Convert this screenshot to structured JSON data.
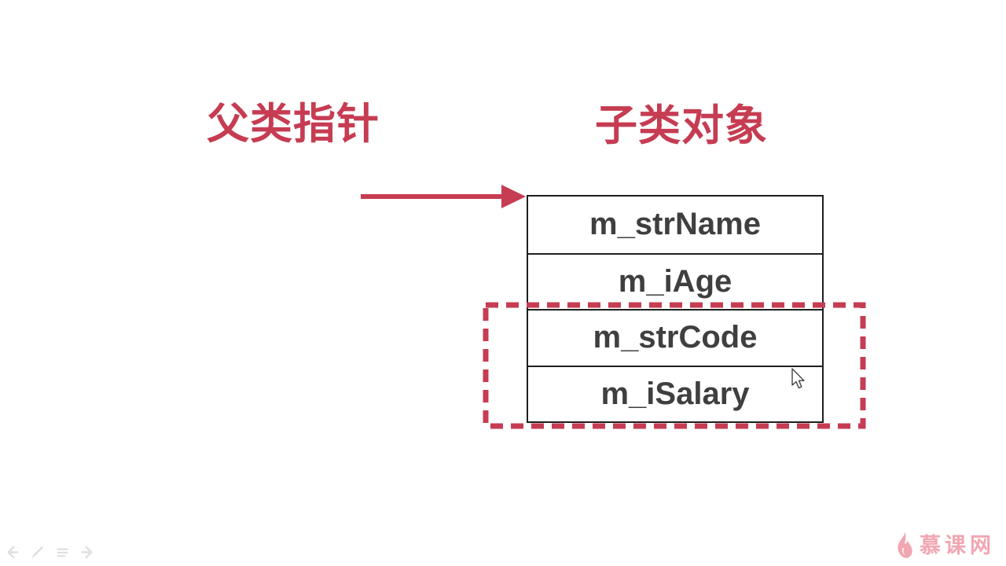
{
  "labels": {
    "parent_pointer": "父类指针",
    "child_object": "子类对象"
  },
  "object_table": {
    "rows": [
      {
        "label": "m_strName"
      },
      {
        "label": "m_iAge"
      },
      {
        "label": "m_strCode"
      },
      {
        "label": "m_iSalary"
      }
    ]
  },
  "highlight_box": {
    "wraps_rows": [
      "m_strCode",
      "m_iSalary"
    ],
    "style": "dashed"
  },
  "colors": {
    "accent_red": "#c63c52",
    "table_border": "#1f1f1f",
    "member_text": "#3f3f3f",
    "brand_pink": "#f2a6b2",
    "toolbar_gray": "#dcdcdc"
  },
  "presenter_toolbar": {
    "icons": [
      "back-arrow-icon",
      "pen-icon",
      "slide-menu-icon",
      "forward-arrow-icon"
    ]
  },
  "brand": {
    "name": "慕课网"
  }
}
